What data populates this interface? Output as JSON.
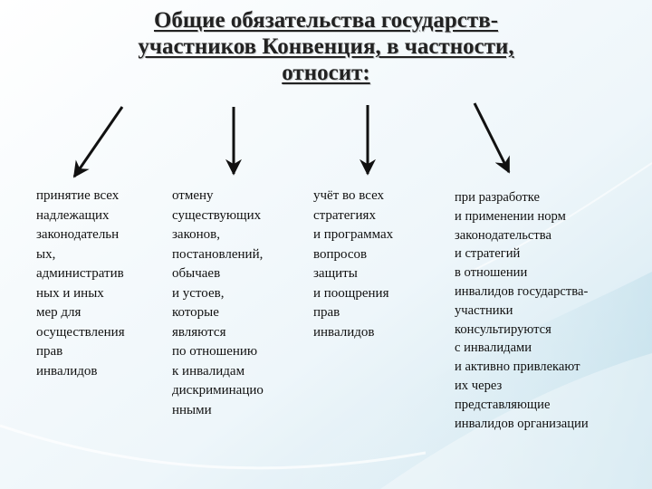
{
  "title": "Общие обязательства государств-\nучастников Конвенция, в частности,\nотносит:",
  "columns": [
    {
      "text": "принятие всех\nнадлежащих\nзаконодательн\nых,\nадминистратив\nных и иных\nмер для\nосуществления\nправ\nинвалидов"
    },
    {
      "text": "отмену\nсуществующих\nзаконов,\nпостановлений,\nобычаев\nи устоев,\nкоторые\nявляются\nпо отношению\nк инвалидам\nдискриминацио\nнными"
    },
    {
      "text": "учёт во всех\nстратегиях\nи программах\nвопросов\nзащиты\nи поощрения\nправ\nинвалидов"
    },
    {
      "text": "при разработке\nи применении норм\nзаконодательства\nи стратегий\nв отношении\nинвалидов государства-\nучастники\nконсультируются\nс инвалидами\nи активно привлекают\nих через\nпредставляющие\nинвалидов организации"
    }
  ],
  "colors": {
    "text": "#111111",
    "arrow": "#111111",
    "background": "#f6fafc",
    "wave": "#cfe6f0"
  }
}
